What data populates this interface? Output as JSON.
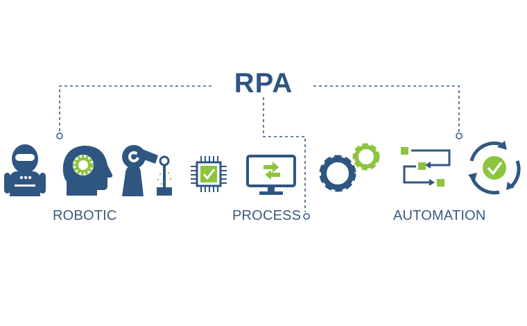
{
  "title": "RPA",
  "labels": {
    "robotic": "ROBOTIC",
    "process": "PROCESS",
    "automation": "AUTOMATION"
  },
  "colors": {
    "navy": "#2f5681",
    "dark_navy": "#24466d",
    "green": "#8dc43f",
    "connector": "#3a5a80",
    "background": "#ffffff"
  },
  "icons": [
    "robot-icon",
    "head-gear-icon",
    "robotic-arm-icon",
    "chip-check-icon",
    "monitor-transfer-icon",
    "gears-icon",
    "process-flow-icon",
    "cycle-check-icon"
  ]
}
